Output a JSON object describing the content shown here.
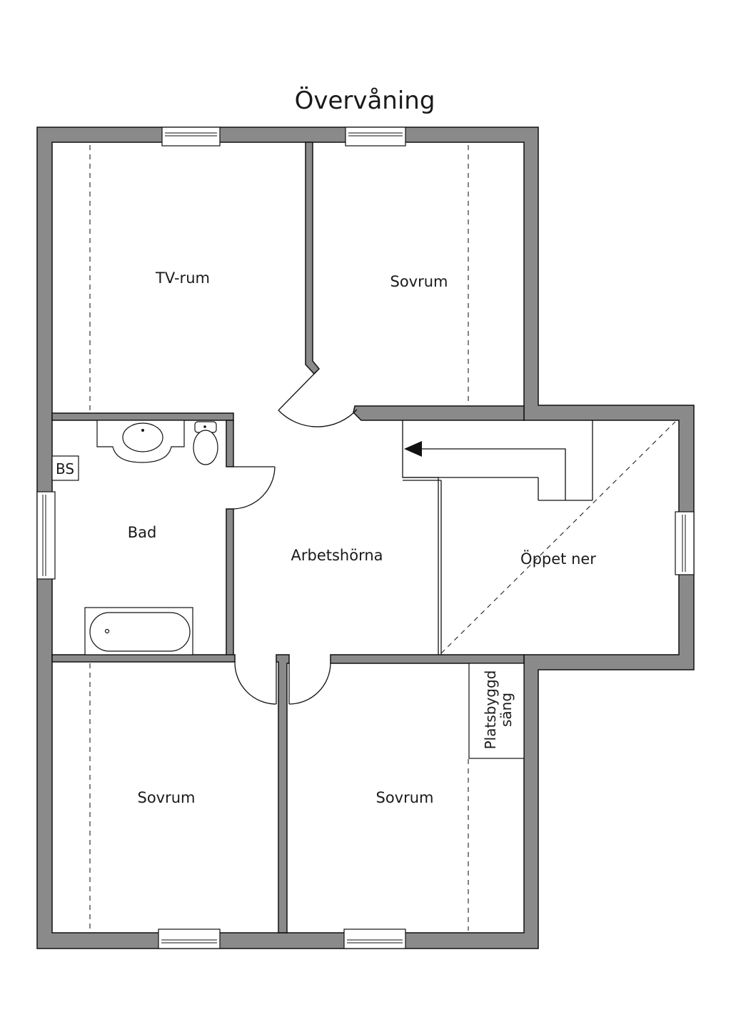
{
  "title": "Övervåning",
  "rooms": {
    "tv_room": "TV-rum",
    "bedroom_top_right": "Sovrum",
    "bathroom": "Bad",
    "work_corner": "Arbetshörna",
    "open_below": "Öppet ner",
    "bedroom_bottom_left": "Sovrum",
    "bedroom_bottom_right": "Sovrum"
  },
  "labels": {
    "storage": "BS",
    "built_in_bed_line1": "Platsbyggd",
    "built_in_bed_line2": "säng"
  },
  "icons": {
    "stair_arrow": "arrow-left-icon",
    "sink": "sink-icon",
    "toilet": "toilet-icon",
    "bathtub": "bathtub-icon",
    "window": "window-icon",
    "door_swing": "door-swing-icon"
  },
  "colors": {
    "wall_fill": "#8a8a8a",
    "line": "#111111",
    "background": "#ffffff"
  }
}
